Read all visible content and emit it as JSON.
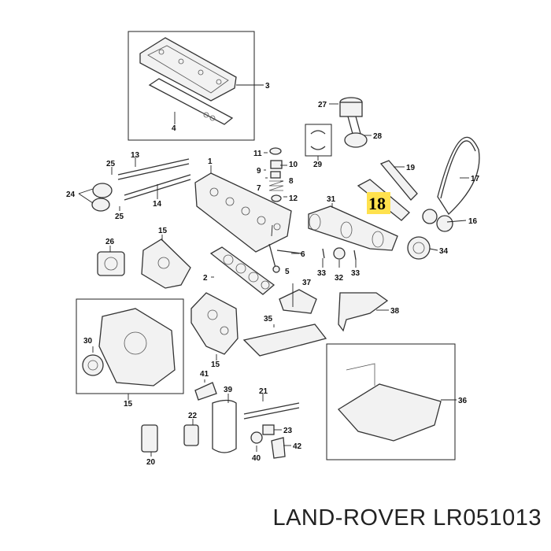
{
  "caption": {
    "brand": "LAND-ROVER",
    "part_number": "LR051013"
  },
  "highlight": {
    "label": "18",
    "color": "#ffe14d"
  },
  "callouts": [
    "1",
    "2",
    "3",
    "4",
    "5",
    "6",
    "7",
    "8",
    "9",
    "10",
    "11",
    "12",
    "13",
    "14",
    "15",
    "15",
    "15",
    "16",
    "17",
    "19",
    "20",
    "21",
    "22",
    "23",
    "24",
    "25",
    "25",
    "26",
    "27",
    "28",
    "29",
    "30",
    "31",
    "32",
    "33",
    "33",
    "34",
    "35",
    "36",
    "37",
    "38",
    "39",
    "40",
    "41",
    "42"
  ]
}
